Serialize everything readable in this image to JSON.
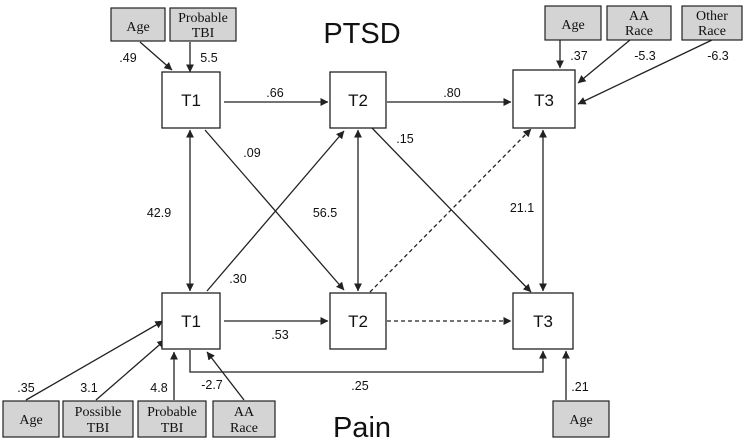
{
  "titles": {
    "top": "PTSD",
    "bottom": "Pain"
  },
  "nodes": {
    "ptsd_t1": "T1",
    "ptsd_t2": "T2",
    "ptsd_t3": "T3",
    "pain_t1": "T1",
    "pain_t2": "T2",
    "pain_t3": "T3"
  },
  "covariates": {
    "ptsd_t1_age": [
      "Age"
    ],
    "ptsd_t1_probable_tbi": [
      "Probable",
      "TBI"
    ],
    "ptsd_t3_age": [
      "Age"
    ],
    "ptsd_t3_aa_race": [
      "AA",
      "Race"
    ],
    "ptsd_t3_other_race": [
      "Other",
      "Race"
    ],
    "pain_t1_age": [
      "Age"
    ],
    "pain_t1_possible_tbi": [
      "Possible",
      "TBI"
    ],
    "pain_t1_probable_tbi": [
      "Probable",
      "TBI"
    ],
    "pain_t1_aa_race": [
      "AA",
      "Race"
    ],
    "pain_t3_age": [
      "Age"
    ]
  },
  "coefficients": {
    "ptsd_t1_age": ".49",
    "ptsd_t1_probable_tbi": "5.5",
    "ptsd_t3_age": ".37",
    "ptsd_t3_aa_race": "-5.3",
    "ptsd_t3_other_race": "-6.3",
    "ptsd_t1_to_t2": ".66",
    "ptsd_t2_to_t3": ".80",
    "ptsd_t1_to_pain_t2": ".09",
    "ptsd_t2_to_pain_t3": ".15",
    "cov_t1": "42.9",
    "cov_t2": "56.5",
    "cov_t3": "21.1",
    "pain_t1_to_ptsd_t2": ".30",
    "pain_t1_to_t2": ".53",
    "pain_t1_to_t3": ".25",
    "pain_t1_age": ".35",
    "pain_t1_possible_tbi": "3.1",
    "pain_t1_probable_tbi": "4.8",
    "pain_t1_aa_race": "-2.7",
    "pain_t3_age": ".21"
  },
  "colors": {
    "covariate_fill": "#d4d4d4",
    "stroke": "#222222",
    "node_fill": "#ffffff"
  }
}
